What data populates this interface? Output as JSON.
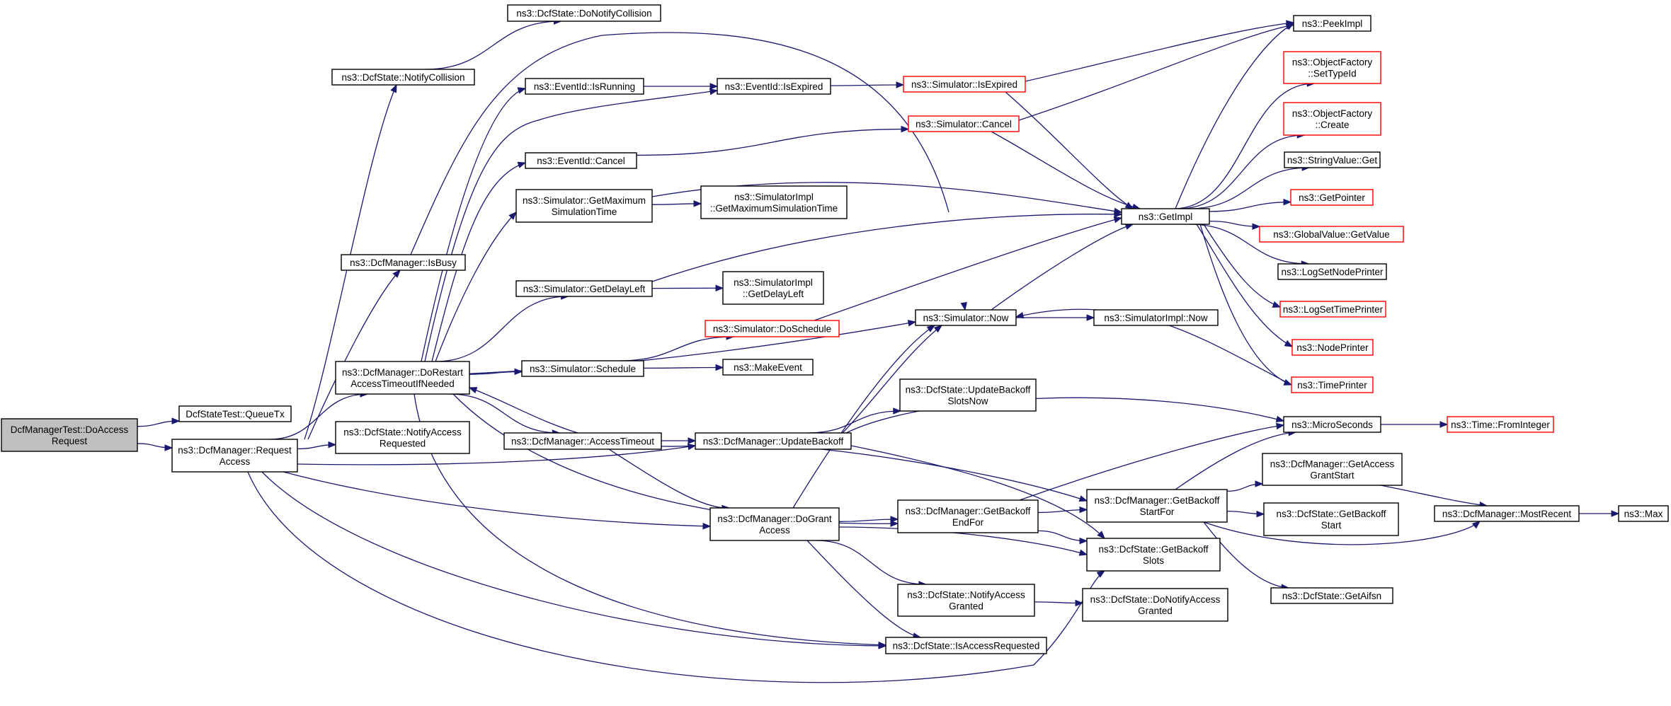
{
  "graph": {
    "colors": {
      "edge": "#191970",
      "node_border": "#000000",
      "node_border_truncated": "#ff0000",
      "root_fill": "#bfbfbf",
      "node_fill": "#ffffff"
    },
    "nodes": [
      {
        "id": "root",
        "lines": [
          "DcfManagerTest::DoAccess",
          "Request"
        ],
        "style": "root"
      },
      {
        "id": "queuetx",
        "lines": [
          "DcfStateTest::QueueTx"
        ],
        "style": "normal"
      },
      {
        "id": "reqaccess",
        "lines": [
          "ns3::DcfManager::Request",
          "Access"
        ],
        "style": "normal"
      },
      {
        "id": "donotifycoll",
        "lines": [
          "ns3::DcfState::DoNotifyCollision"
        ],
        "style": "normal"
      },
      {
        "id": "notifycoll",
        "lines": [
          "ns3::DcfState::NotifyCollision"
        ],
        "style": "normal"
      },
      {
        "id": "isbusy",
        "lines": [
          "ns3::DcfManager::IsBusy"
        ],
        "style": "normal"
      },
      {
        "id": "dorestart",
        "lines": [
          "ns3::DcfManager::DoRestart",
          "AccessTimeoutIfNeeded"
        ],
        "style": "normal"
      },
      {
        "id": "notifyaccreq",
        "lines": [
          "ns3::DcfState::NotifyAccess",
          "Requested"
        ],
        "style": "normal"
      },
      {
        "id": "isrunning",
        "lines": [
          "ns3::EventId::IsRunning"
        ],
        "style": "normal"
      },
      {
        "id": "cancel",
        "lines": [
          "ns3::EventId::Cancel"
        ],
        "style": "normal"
      },
      {
        "id": "getmaxsim",
        "lines": [
          "ns3::Simulator::GetMaximum",
          "SimulationTime"
        ],
        "style": "normal"
      },
      {
        "id": "getdelayleft",
        "lines": [
          "ns3::Simulator::GetDelayLeft"
        ],
        "style": "normal"
      },
      {
        "id": "schedule",
        "lines": [
          "ns3::Simulator::Schedule"
        ],
        "style": "normal"
      },
      {
        "id": "acctimeout",
        "lines": [
          "ns3::DcfManager::AccessTimeout"
        ],
        "style": "normal"
      },
      {
        "id": "isexpired",
        "lines": [
          "ns3::EventId::IsExpired"
        ],
        "style": "normal"
      },
      {
        "id": "implgetmax",
        "lines": [
          "ns3::SimulatorImpl",
          "::GetMaximumSimulationTime"
        ],
        "style": "normal"
      },
      {
        "id": "implgetdelay",
        "lines": [
          "ns3::SimulatorImpl",
          "::GetDelayLeft"
        ],
        "style": "normal"
      },
      {
        "id": "makeevent",
        "lines": [
          "ns3::MakeEvent"
        ],
        "style": "normal"
      },
      {
        "id": "updatebackoff",
        "lines": [
          "ns3::DcfManager::UpdateBackoff"
        ],
        "style": "normal"
      },
      {
        "id": "dogrant",
        "lines": [
          "ns3::DcfManager::DoGrant",
          "Access"
        ],
        "style": "normal"
      },
      {
        "id": "simisexpired",
        "lines": [
          "ns3::Simulator::IsExpired"
        ],
        "style": "truncated"
      },
      {
        "id": "simcancel",
        "lines": [
          "ns3::Simulator::Cancel"
        ],
        "style": "truncated"
      },
      {
        "id": "doschedule",
        "lines": [
          "ns3::Simulator::DoSchedule"
        ],
        "style": "truncated"
      },
      {
        "id": "now",
        "lines": [
          "ns3::Simulator::Now"
        ],
        "style": "normal"
      },
      {
        "id": "updslotsnow",
        "lines": [
          "ns3::DcfState::UpdateBackoff",
          "SlotsNow"
        ],
        "style": "normal"
      },
      {
        "id": "getbackoffend",
        "lines": [
          "ns3::DcfManager::GetBackoff",
          "EndFor"
        ],
        "style": "normal"
      },
      {
        "id": "notifyaccgr",
        "lines": [
          "ns3::DcfState::NotifyAccess",
          "Granted"
        ],
        "style": "normal"
      },
      {
        "id": "isaccreq",
        "lines": [
          "ns3::DcfState::IsAccessRequested"
        ],
        "style": "normal"
      },
      {
        "id": "getimpl",
        "lines": [
          "ns3::GetImpl"
        ],
        "style": "normal"
      },
      {
        "id": "implnow",
        "lines": [
          "ns3::SimulatorImpl::Now"
        ],
        "style": "normal"
      },
      {
        "id": "getbackoffstart",
        "lines": [
          "ns3::DcfManager::GetBackoff",
          "StartFor"
        ],
        "style": "normal"
      },
      {
        "id": "getbackoffslots",
        "lines": [
          "ns3::DcfState::GetBackoff",
          "Slots"
        ],
        "style": "normal"
      },
      {
        "id": "donotifyaccgr",
        "lines": [
          "ns3::DcfState::DoNotifyAccess",
          "Granted"
        ],
        "style": "normal"
      },
      {
        "id": "peekimpl",
        "lines": [
          "ns3::PeekImpl"
        ],
        "style": "normal"
      },
      {
        "id": "ofsettype",
        "lines": [
          "ns3::ObjectFactory",
          "::SetTypeId"
        ],
        "style": "truncated"
      },
      {
        "id": "ofcreate",
        "lines": [
          "ns3::ObjectFactory",
          "::Create"
        ],
        "style": "truncated"
      },
      {
        "id": "strget",
        "lines": [
          "ns3::StringValue::Get"
        ],
        "style": "normal"
      },
      {
        "id": "getpointer",
        "lines": [
          "ns3::GetPointer"
        ],
        "style": "truncated"
      },
      {
        "id": "gvgetvalue",
        "lines": [
          "ns3::GlobalValue::GetValue"
        ],
        "style": "truncated"
      },
      {
        "id": "lognode",
        "lines": [
          "ns3::LogSetNodePrinter"
        ],
        "style": "normal"
      },
      {
        "id": "logtime",
        "lines": [
          "ns3::LogSetTimePrinter"
        ],
        "style": "truncated"
      },
      {
        "id": "nodeprinter",
        "lines": [
          "ns3::NodePrinter"
        ],
        "style": "truncated"
      },
      {
        "id": "timeprinter",
        "lines": [
          "ns3::TimePrinter"
        ],
        "style": "truncated"
      },
      {
        "id": "microseconds",
        "lines": [
          "ns3::MicroSeconds"
        ],
        "style": "normal"
      },
      {
        "id": "getaccgrstart",
        "lines": [
          "ns3::DcfManager::GetAccess",
          "GrantStart"
        ],
        "style": "normal"
      },
      {
        "id": "stategetbackoffstart",
        "lines": [
          "ns3::DcfState::GetBackoff",
          "Start"
        ],
        "style": "normal"
      },
      {
        "id": "getaifsn",
        "lines": [
          "ns3::DcfState::GetAifsn"
        ],
        "style": "normal"
      },
      {
        "id": "fromint",
        "lines": [
          "ns3::Time::FromInteger"
        ],
        "style": "truncated"
      },
      {
        "id": "mostrecent",
        "lines": [
          "ns3::DcfManager::MostRecent"
        ],
        "style": "normal"
      },
      {
        "id": "max",
        "lines": [
          "ns3::Max"
        ],
        "style": "normal"
      }
    ],
    "edges": [
      [
        "root",
        "queuetx"
      ],
      [
        "root",
        "reqaccess"
      ],
      [
        "reqaccess",
        "notifycoll"
      ],
      [
        "reqaccess",
        "isbusy"
      ],
      [
        "reqaccess",
        "dorestart"
      ],
      [
        "reqaccess",
        "notifyaccreq"
      ],
      [
        "reqaccess",
        "updatebackoff"
      ],
      [
        "reqaccess",
        "dogrant"
      ],
      [
        "reqaccess",
        "isaccreq"
      ],
      [
        "reqaccess",
        "getbackoffslots"
      ],
      [
        "notifycoll",
        "donotifycoll"
      ],
      [
        "isbusy",
        "now"
      ],
      [
        "dorestart",
        "isrunning"
      ],
      [
        "dorestart",
        "isexpired"
      ],
      [
        "dorestart",
        "cancel"
      ],
      [
        "dorestart",
        "getmaxsim"
      ],
      [
        "dorestart",
        "getdelayleft"
      ],
      [
        "dorestart",
        "schedule"
      ],
      [
        "dorestart",
        "acctimeout"
      ],
      [
        "dorestart",
        "now"
      ],
      [
        "dorestart",
        "getbackoffend"
      ],
      [
        "dorestart",
        "isaccreq"
      ],
      [
        "isrunning",
        "isexpired"
      ],
      [
        "isexpired",
        "simisexpired"
      ],
      [
        "cancel",
        "simcancel"
      ],
      [
        "getmaxsim",
        "implgetmax"
      ],
      [
        "getmaxsim",
        "getimpl"
      ],
      [
        "getdelayleft",
        "implgetdelay"
      ],
      [
        "getdelayleft",
        "getimpl"
      ],
      [
        "schedule",
        "doschedule"
      ],
      [
        "schedule",
        "makeevent"
      ],
      [
        "acctimeout",
        "updatebackoff"
      ],
      [
        "acctimeout",
        "dogrant"
      ],
      [
        "updatebackoff",
        "now"
      ],
      [
        "updatebackoff",
        "updslotsnow"
      ],
      [
        "updatebackoff",
        "microseconds"
      ],
      [
        "updatebackoff",
        "getbackoffstart"
      ],
      [
        "updatebackoff",
        "getbackoffslots"
      ],
      [
        "updatebackoff",
        "dorestart"
      ],
      [
        "dogrant",
        "now"
      ],
      [
        "dogrant",
        "getbackoffend"
      ],
      [
        "dogrant",
        "getbackoffslots"
      ],
      [
        "dogrant",
        "notifyaccgr"
      ],
      [
        "dogrant",
        "isaccreq"
      ],
      [
        "simisexpired",
        "peekimpl"
      ],
      [
        "simisexpired",
        "getimpl"
      ],
      [
        "simcancel",
        "peekimpl"
      ],
      [
        "simcancel",
        "getimpl"
      ],
      [
        "doschedule",
        "getimpl"
      ],
      [
        "now",
        "getimpl"
      ],
      [
        "now",
        "implnow"
      ],
      [
        "getbackoffend",
        "getbackoffstart"
      ],
      [
        "getbackoffend",
        "getbackoffslots"
      ],
      [
        "getbackoffend",
        "microseconds"
      ],
      [
        "notifyaccgr",
        "donotifyaccgr"
      ],
      [
        "getimpl",
        "peekimpl"
      ],
      [
        "getimpl",
        "ofsettype"
      ],
      [
        "getimpl",
        "ofcreate"
      ],
      [
        "getimpl",
        "strget"
      ],
      [
        "getimpl",
        "getpointer"
      ],
      [
        "getimpl",
        "gvgetvalue"
      ],
      [
        "getimpl",
        "lognode"
      ],
      [
        "getimpl",
        "logtime"
      ],
      [
        "getimpl",
        "nodeprinter"
      ],
      [
        "getimpl",
        "timeprinter"
      ],
      [
        "timeprinter",
        "now"
      ],
      [
        "getbackoffstart",
        "microseconds"
      ],
      [
        "getbackoffstart",
        "getaccgrstart"
      ],
      [
        "getbackoffstart",
        "stategetbackoffstart"
      ],
      [
        "getbackoffstart",
        "getaifsn"
      ],
      [
        "getbackoffstart",
        "mostrecent"
      ],
      [
        "microseconds",
        "fromint"
      ],
      [
        "getaccgrstart",
        "mostrecent"
      ],
      [
        "mostrecent",
        "max"
      ]
    ]
  }
}
